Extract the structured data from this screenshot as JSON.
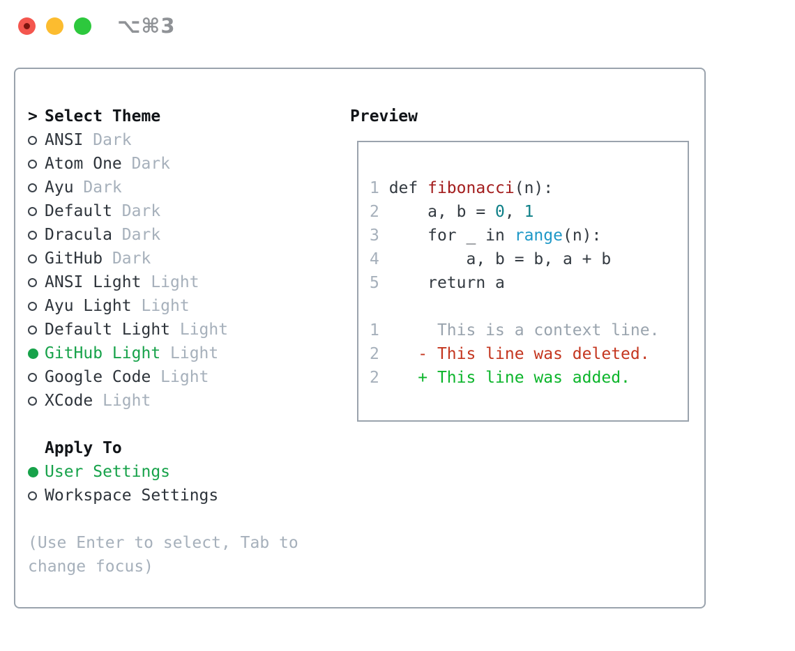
{
  "window": {
    "title_shortcut": "⌥⌘3",
    "traffic_lights": [
      {
        "name": "close",
        "color": "#f4564e"
      },
      {
        "name": "minimize",
        "color": "#fcbc2f"
      },
      {
        "name": "zoom",
        "color": "#2dc83d"
      }
    ]
  },
  "theme_panel": {
    "title_prefix": ">",
    "title": "Select Theme",
    "items": [
      {
        "name": "ANSI",
        "variant": "Dark",
        "selected": false
      },
      {
        "name": "Atom One",
        "variant": "Dark",
        "selected": false
      },
      {
        "name": "Ayu",
        "variant": "Dark",
        "selected": false
      },
      {
        "name": "Default",
        "variant": "Dark",
        "selected": false
      },
      {
        "name": "Dracula",
        "variant": "Dark",
        "selected": false
      },
      {
        "name": "GitHub",
        "variant": "Dark",
        "selected": false
      },
      {
        "name": "ANSI Light",
        "variant": "Light",
        "selected": false
      },
      {
        "name": "Ayu Light",
        "variant": "Light",
        "selected": false
      },
      {
        "name": "Default Light",
        "variant": "Light",
        "selected": false
      },
      {
        "name": "GitHub Light",
        "variant": "Light",
        "selected": true
      },
      {
        "name": "Google Code",
        "variant": "Light",
        "selected": false
      },
      {
        "name": "XCode",
        "variant": "Light",
        "selected": false
      }
    ],
    "apply_to": {
      "title": "Apply To",
      "options": [
        {
          "label": "User Settings",
          "selected": true
        },
        {
          "label": "Workspace Settings",
          "selected": false
        }
      ]
    },
    "hint": "(Use Enter to select, Tab to change focus)"
  },
  "preview": {
    "title": "Preview",
    "lines": [
      {
        "tokens": [
          {
            "t": "1 ",
            "c": "ln"
          },
          {
            "t": "def ",
            "c": "code"
          },
          {
            "t": "fibonacci",
            "c": "fn"
          },
          {
            "t": "(n):",
            "c": "code"
          }
        ]
      },
      {
        "tokens": [
          {
            "t": "2 ",
            "c": "ln"
          },
          {
            "t": "    a, b = ",
            "c": "code"
          },
          {
            "t": "0",
            "c": "num"
          },
          {
            "t": ", ",
            "c": "code"
          },
          {
            "t": "1",
            "c": "num"
          }
        ]
      },
      {
        "tokens": [
          {
            "t": "3 ",
            "c": "ln"
          },
          {
            "t": "    for _ in ",
            "c": "code"
          },
          {
            "t": "range",
            "c": "bi"
          },
          {
            "t": "(n):",
            "c": "code"
          }
        ]
      },
      {
        "tokens": [
          {
            "t": "4 ",
            "c": "ln"
          },
          {
            "t": "        a, b = b, a + b",
            "c": "code"
          }
        ]
      },
      {
        "tokens": [
          {
            "t": "5 ",
            "c": "ln"
          },
          {
            "t": "    return a",
            "c": "code"
          }
        ]
      },
      {
        "tokens": []
      },
      {
        "tokens": [
          {
            "t": "1 ",
            "c": "ln"
          },
          {
            "t": "     This is a context line.",
            "c": "ctx"
          }
        ]
      },
      {
        "tokens": [
          {
            "t": "2 ",
            "c": "ln"
          },
          {
            "t": "   - This line was deleted.",
            "c": "del"
          }
        ]
      },
      {
        "tokens": [
          {
            "t": "2 ",
            "c": "ln"
          },
          {
            "t": "   + This line was added.",
            "c": "add"
          }
        ]
      }
    ]
  },
  "colors": {
    "accent_green": "#17a24a",
    "added_green": "#0cb52b",
    "deleted_red": "#c4361f",
    "function_red": "#a31d1d",
    "number_teal": "#0d7f87",
    "builtin_blue": "#1e98c7",
    "muted_gray": "#a6b0bb",
    "text_dark": "#2e343b",
    "border_gray": "#9aa3ad"
  }
}
